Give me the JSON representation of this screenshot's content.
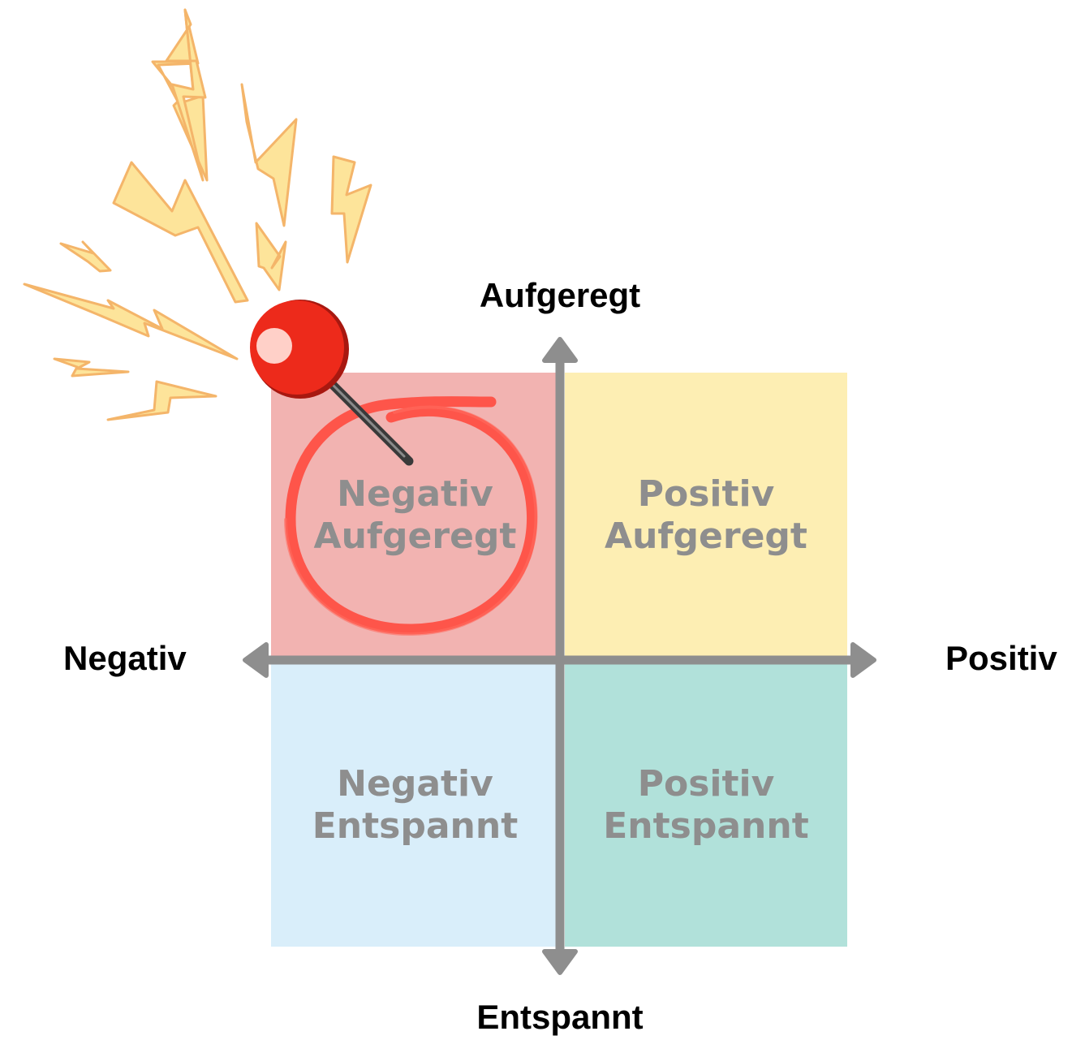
{
  "axes": {
    "top": "Aufgeregt",
    "bottom": "Entspannt",
    "left": "Negativ",
    "right": "Positiv"
  },
  "quadrants": {
    "negative_excited": {
      "line1": "Negativ",
      "line2": "Aufgeregt",
      "color": "#f2b3b1",
      "highlighted": true
    },
    "positive_excited": {
      "line1": "Positiv",
      "line2": "Aufgeregt",
      "color": "#fdeeb3"
    },
    "negative_relaxed": {
      "line1": "Negativ",
      "line2": "Entspannt",
      "color": "#d9eefa"
    },
    "positive_relaxed": {
      "line1": "Positiv",
      "line2": "Entspannt",
      "color": "#b1e1da"
    }
  },
  "colors": {
    "axis": "#8e8e8e",
    "quadrant_text": "#8e8e8e",
    "circle": "#ff4a3f",
    "pin": "#e8261b",
    "lightning_fill": "#fde49a",
    "lightning_stroke": "#f4b56a"
  },
  "icons": [
    "pushpin-icon",
    "lightning-bolt-icon"
  ]
}
